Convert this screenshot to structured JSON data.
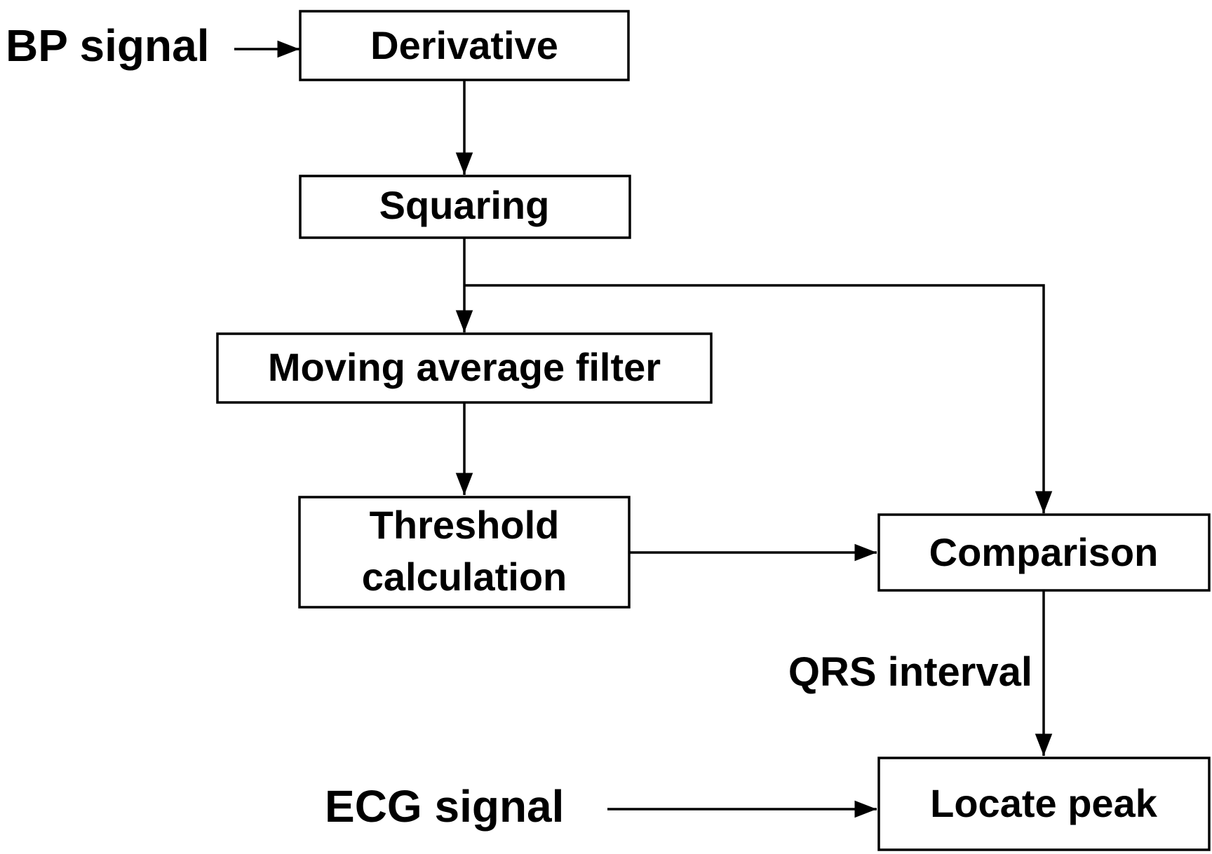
{
  "inputs": {
    "bp_signal": "BP signal",
    "ecg_signal": "ECG signal"
  },
  "nodes": {
    "derivative": "Derivative",
    "squaring": "Squaring",
    "moving_average": "Moving average filter",
    "threshold_line1": "Threshold",
    "threshold_line2": "calculation",
    "comparison": "Comparison",
    "locate_peak": "Locate peak"
  },
  "edge_labels": {
    "qrs_interval": "QRS interval"
  },
  "colors": {
    "stroke": "#000000",
    "background": "#ffffff"
  }
}
